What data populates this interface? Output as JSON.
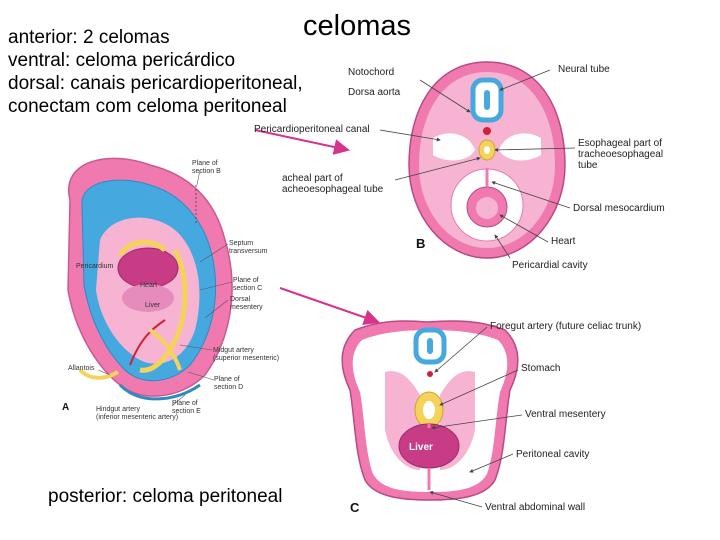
{
  "title": "celomas",
  "notes": {
    "anterior": "anterior: 2 celomas",
    "ventral": "ventral: celoma pericárdico",
    "dorsal": "dorsal: canais pericardioperitoneal,",
    "connect": "conectam com celoma peritoneal",
    "posterior": "posterior: celoma peritoneal"
  },
  "panel_b": {
    "letter": "B",
    "labels": {
      "notochord": "Notochord",
      "dorsal_aorta": "Dorsa aorta",
      "neural_tube": "Neural tube",
      "pericardioperitoneal_canal": "Pericardioperitoneal canal",
      "esophageal": "Esophageal part of\ntracheoesophageal\ntube",
      "acheal": "acheal part of\nacheoesophageal tube",
      "dorsal_mesocardium": "Dorsal mesocardium",
      "heart": "Heart",
      "pericardial_cavity": "Pericardial cavity"
    }
  },
  "panel_c": {
    "letter": "C",
    "labels": {
      "foregut_artery": "Foregut artery (future celiac trunk)",
      "stomach": "Stomach",
      "ventral_mesentery": "Ventral mesentery",
      "liver": "Liver",
      "peritoneal_cavity": "Peritoneal cavity",
      "ventral_abdominal_wall": "Ventral abdominal wall"
    }
  },
  "panel_a": {
    "letter": "A",
    "labels": {
      "plane_b": "Plane of\nsection B",
      "septum": "Septum\ntransversum",
      "pericardium": "Pericardium",
      "heart": "Heart",
      "liver": "Liver",
      "plane_c": "Plane of\nsection C",
      "dorsal": "Dorsal\nmesentery",
      "midgut": "Midgut artery\n(superior mesenteric)",
      "plane_d": "Plane of\nsection D",
      "allantois": "Allantois",
      "hindgut": "Hindgut artery\n(inferior mesenteric artery)",
      "plane_e": "Plane of\nsection E"
    }
  },
  "colors": {
    "pink": "#f07ab0",
    "light_pink": "#f6b4d2",
    "blue": "#45a9e0",
    "light_blue": "#bfe3f5",
    "yellow": "#f5d35a",
    "arrow": "#d6338a",
    "red": "#d11f3a",
    "liver": "#c83c86"
  }
}
